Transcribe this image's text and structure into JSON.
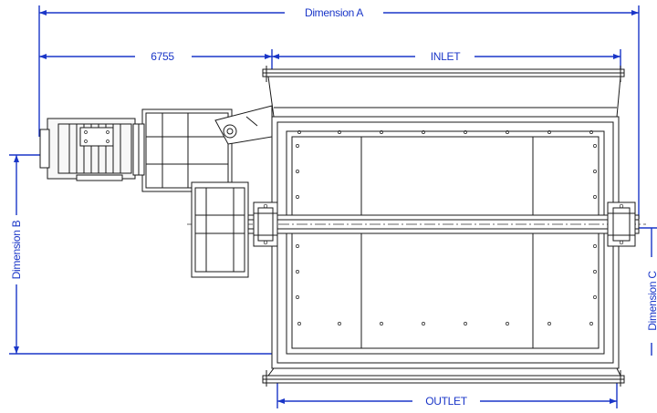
{
  "labels": {
    "dimension_a": "Dimension A",
    "dimension_b": "Dimension B",
    "dimension_c": "Dimension C",
    "offset": "6755",
    "inlet": "INLET",
    "outlet": "OUTLET"
  },
  "colors": {
    "dimension": "#1a36c8",
    "linework": "#1a1a1a"
  }
}
